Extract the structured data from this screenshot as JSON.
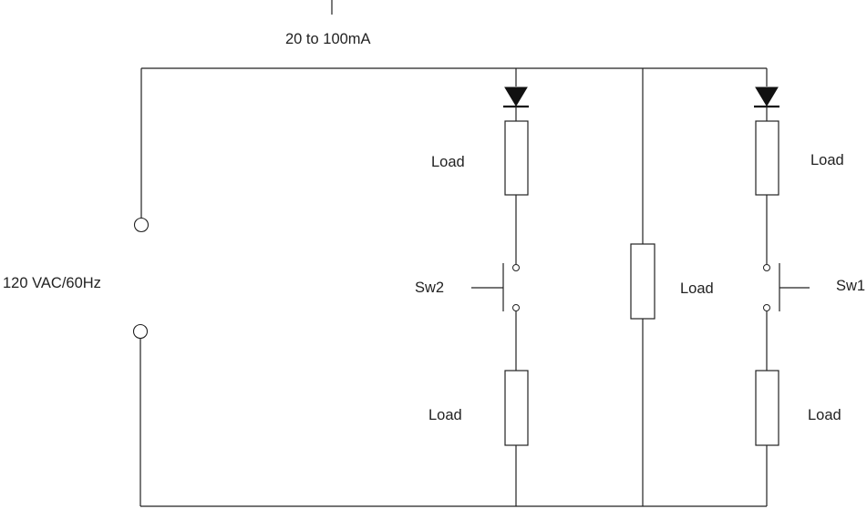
{
  "labels": {
    "current_range": "20 to 100mA",
    "source": "120 VAC/60Hz",
    "switch_left": "Sw2",
    "switch_right": "Sw1",
    "load_left_top": "Load",
    "load_left_bottom": "Load",
    "load_middle": "Load",
    "load_right_top": "Load",
    "load_right_bottom": "Load"
  },
  "colors": {
    "line": "#222222",
    "diode_fill": "#111111",
    "background": "#ffffff"
  },
  "symbols": {
    "diode": "diode-icon",
    "load": "resistor-icon",
    "switch": "push-button-switch-icon",
    "source_terminal": "terminal-icon",
    "current_meter": "ammeter-tick-icon"
  }
}
